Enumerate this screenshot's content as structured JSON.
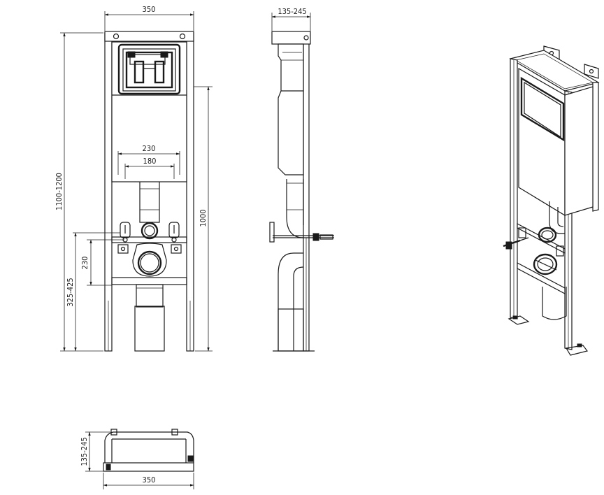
{
  "front_view": {
    "width_label": "350",
    "total_height_label": "1100-1200",
    "frame_height_label": "1000",
    "outer_spacing_label": "230",
    "inner_spacing_label": "180",
    "outlet_height_label": "230",
    "inlet_height_label": "325-425"
  },
  "side_view": {
    "depth_label": "135-245"
  },
  "top_view": {
    "depth_label": "135-245",
    "width_label": "350"
  }
}
